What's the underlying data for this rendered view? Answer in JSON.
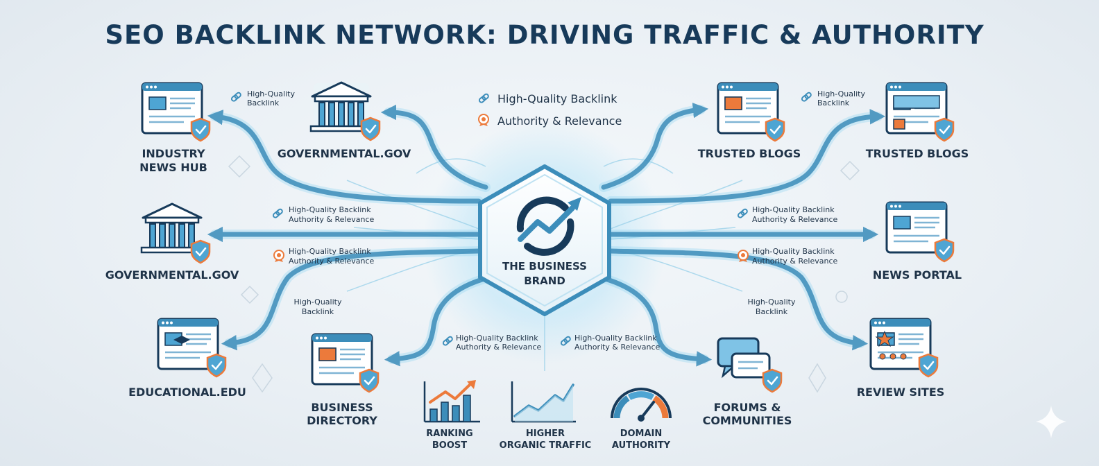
{
  "title": "SEO BACKLINK NETWORK: DRIVING TRAFFIC & AUTHORITY",
  "legend": {
    "backlink": "High-Quality Backlink",
    "authority": "Authority & Relevance"
  },
  "hub": {
    "line1": "THE BUSINESS",
    "line2": "BRAND"
  },
  "nodes": {
    "industry_news_hub": {
      "line1": "INDUSTRY",
      "line2": "NEWS HUB"
    },
    "governmental_gov_top": {
      "line1": "GOVERNMENTAL.GOV"
    },
    "governmental_gov_left": {
      "line1": "GOVERNMENTAL.GOV"
    },
    "educational_edu": {
      "line1": "EDUCATIONAL.EDU"
    },
    "business_directory": {
      "line1": "BUSINESS",
      "line2": "DIRECTORY"
    },
    "trusted_blogs_1": {
      "line1": "TRUSTED BLOGS"
    },
    "trusted_blogs_2": {
      "line1": "TRUSTED BLOGS"
    },
    "news_portal": {
      "line1": "NEWS PORTAL"
    },
    "forums_communities": {
      "line1": "FORUMS &",
      "line2": "COMMUNITIES"
    },
    "review_sites": {
      "line1": "REVIEW SITES"
    }
  },
  "edge_labels": {
    "hq_line1": "High-Quality",
    "hq_line2": "Backlink",
    "hq_full": "High-Quality Backlink",
    "ar_full": "Authority & Relevance"
  },
  "metrics": {
    "ranking": {
      "line1": "RANKING",
      "line2": "BOOST"
    },
    "traffic": {
      "line1": "HIGHER",
      "line2": "ORGANIC TRAFFIC"
    },
    "authority": {
      "line1": "DOMAIN",
      "line2": "AUTHORITY"
    }
  },
  "colors": {
    "navy": "#173a5a",
    "flow_blue": "#3c8dba",
    "glow": "#8fd3f0",
    "orange": "#ec7a3b",
    "shield": "#4ea5d3"
  }
}
